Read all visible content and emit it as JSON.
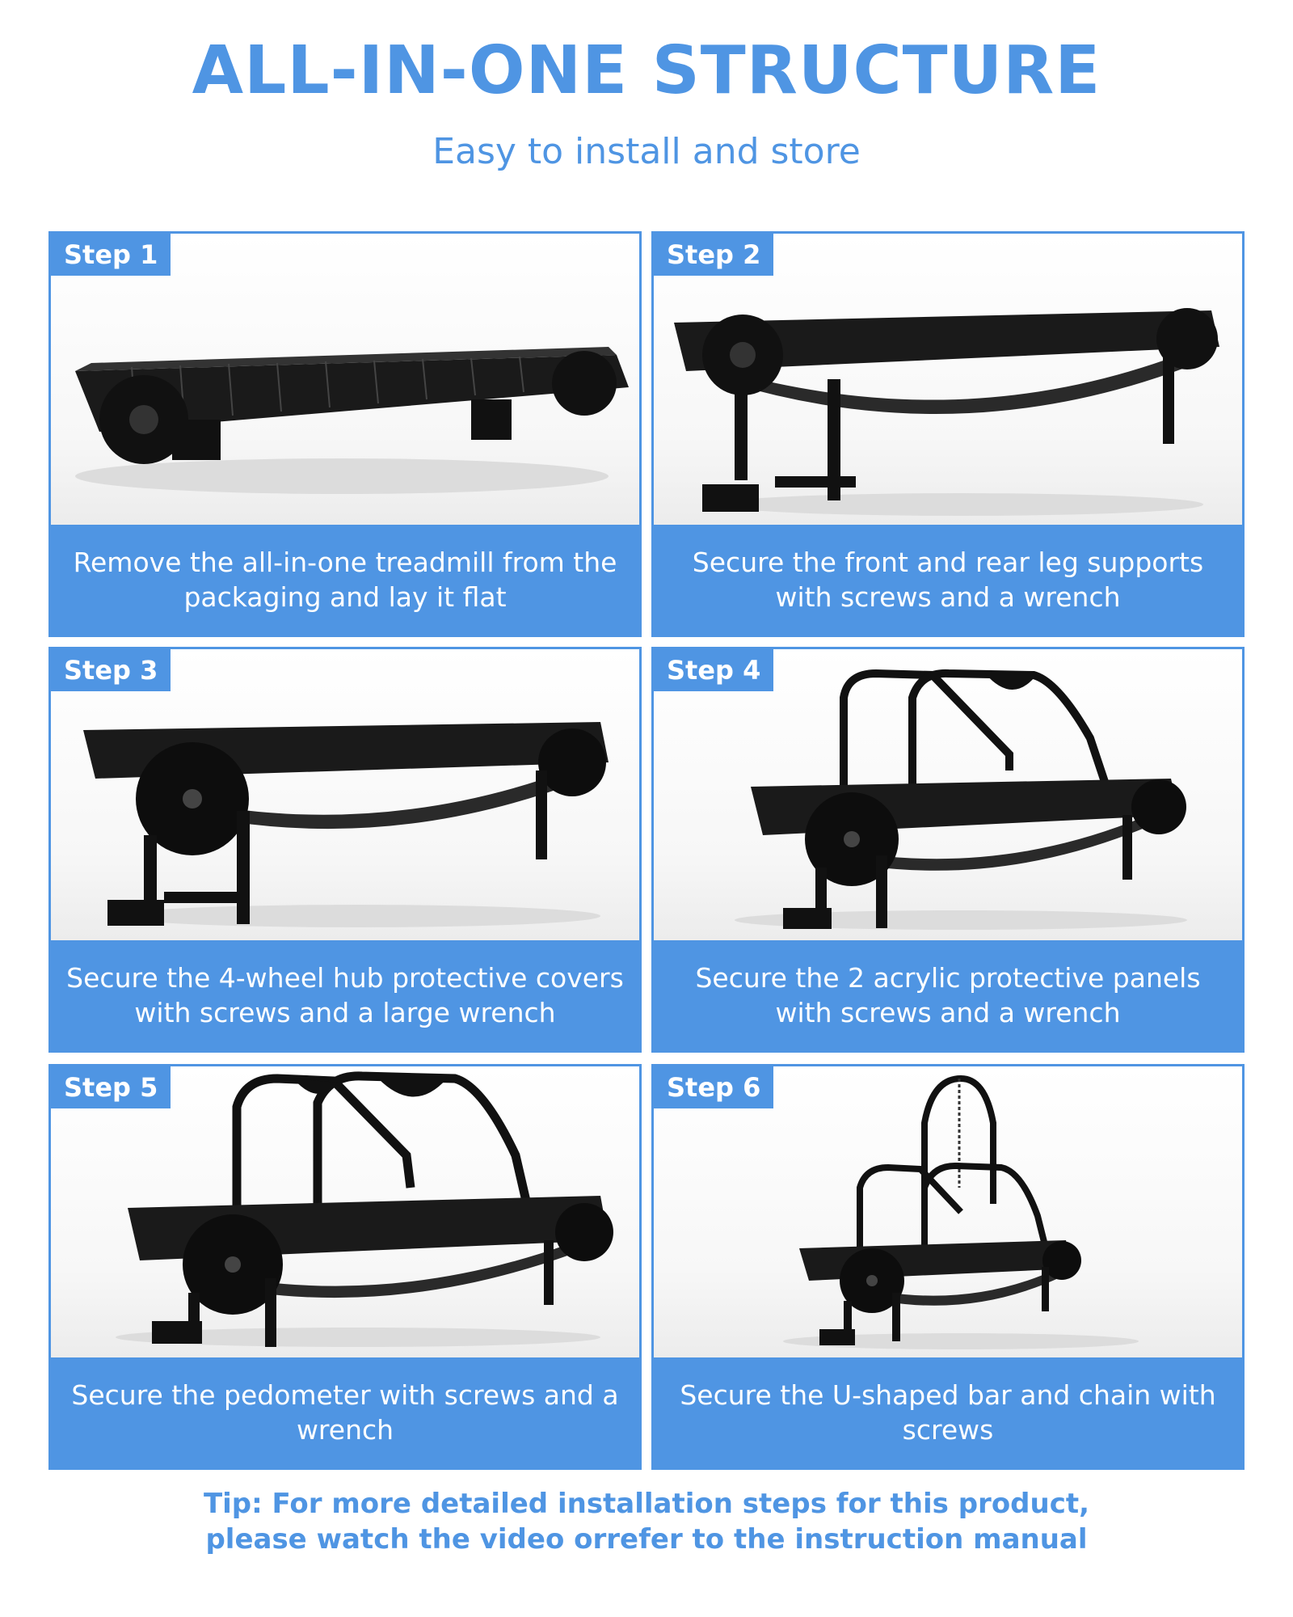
{
  "header": {
    "title": "ALL-IN-ONE STRUCTURE",
    "subtitle": "Easy to install and store"
  },
  "steps": [
    {
      "label": "Step 1",
      "caption": "Remove the all-in-one treadmill from the packaging and lay it flat",
      "image": "treadmill-base-flat"
    },
    {
      "label": "Step 2",
      "caption": "Secure the front and rear leg supports with screws and a wrench",
      "image": "treadmill-with-legs"
    },
    {
      "label": "Step 3",
      "caption": "Secure the 4-wheel hub protective covers with screws and a large wrench",
      "image": "treadmill-with-hub-covers"
    },
    {
      "label": "Step 4",
      "caption": "Secure the 2 acrylic protective panels with screws and a wrench",
      "image": "treadmill-with-frame"
    },
    {
      "label": "Step 5",
      "caption": "Secure the pedometer with screws and a wrench",
      "image": "treadmill-with-pedometer"
    },
    {
      "label": "Step 6",
      "caption": "Secure the U-shaped bar and chain with screws",
      "image": "treadmill-with-chain"
    }
  ],
  "tip": {
    "line1": "Tip: For more detailed installation steps for this product,",
    "line2": "please watch the video orrefer to the instruction manual"
  },
  "colors": {
    "accent": "#4f95e3",
    "caption_text": "#ffffff"
  }
}
